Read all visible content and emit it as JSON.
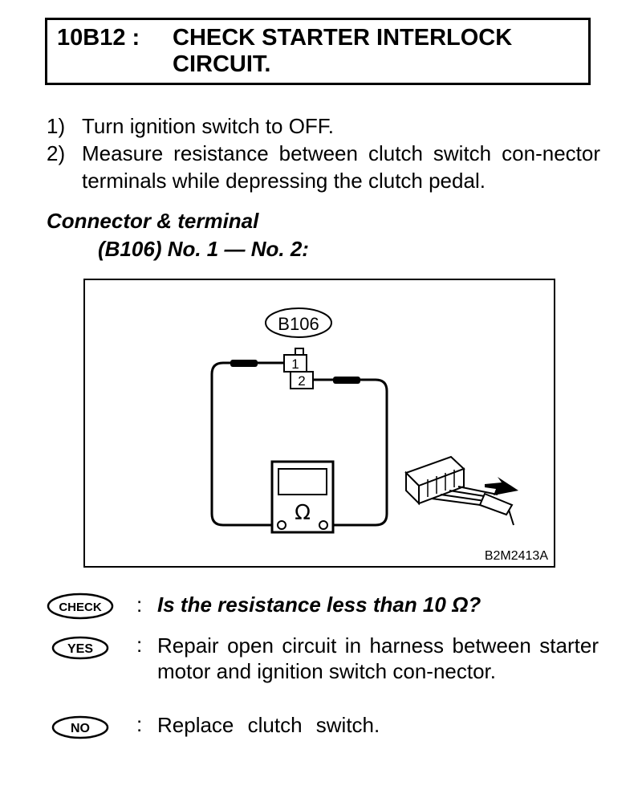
{
  "header": {
    "code": "10B12 :",
    "title": "CHECK STARTER INTERLOCK CIRCUIT."
  },
  "steps": [
    {
      "number": "1)",
      "text": "Turn ignition switch to OFF."
    },
    {
      "number": "2)",
      "text": "Measure resistance between clutch switch con-nector terminals while depressing the clutch pedal."
    }
  ],
  "connector": {
    "title": "Connector & terminal",
    "terminals": "(B106) No. 1 — No. 2:"
  },
  "figure": {
    "connector_label": "B106",
    "terminal_1": "1",
    "terminal_2": "2",
    "meter_symbol": "Ω",
    "figure_code": "B2M2413A"
  },
  "check": {
    "badge": "CHECK",
    "colon": ":",
    "question": "Is the resistance less than 10 Ω?"
  },
  "yes": {
    "badge": "YES",
    "colon": ":",
    "action": "Repair open circuit in harness between starter motor and ignition switch con-nector."
  },
  "no": {
    "badge": "NO",
    "colon": ":",
    "action": "Replace clutch switch."
  }
}
